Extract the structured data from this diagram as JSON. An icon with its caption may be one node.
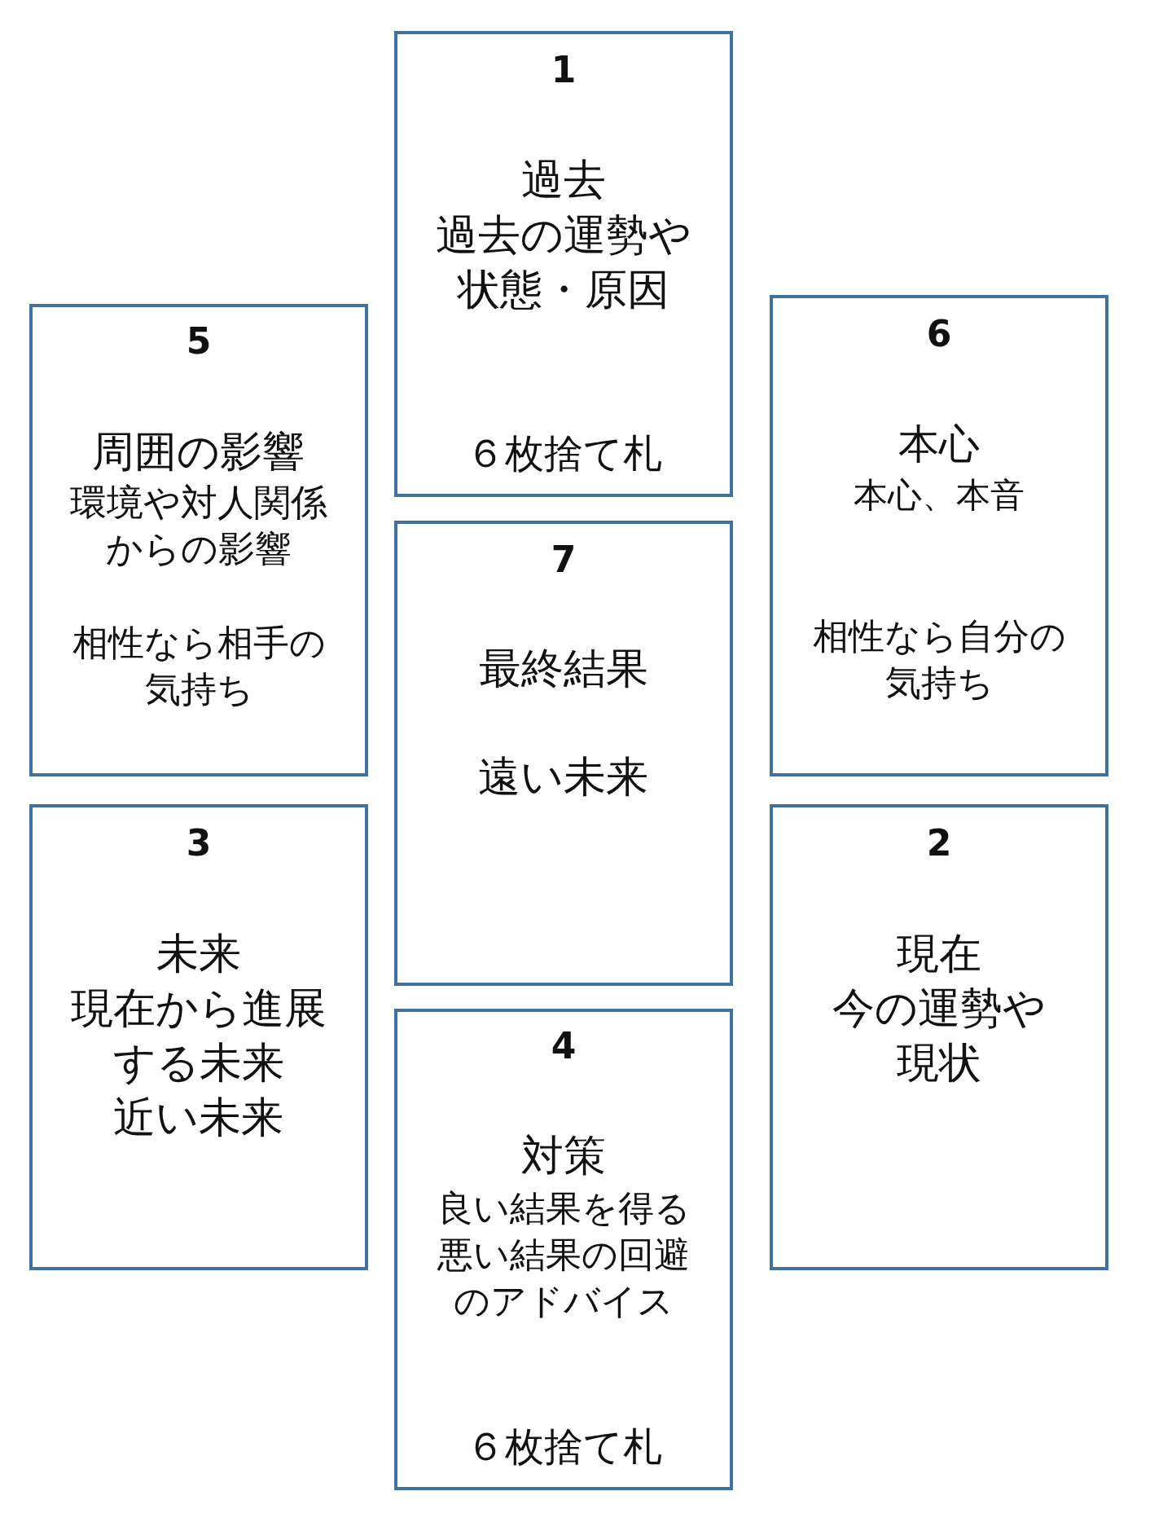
{
  "diagram": {
    "nodes": [
      {
        "text": [
          "1",
          "過去",
          "過去の運勢や状態・原因",
          "６枚捨て札"
        ]
      },
      {
        "text": [
          "5",
          "周囲の影響",
          "環境や対人関係からの影響",
          "相性なら相手の気持ち"
        ]
      },
      {
        "text": [
          "6",
          "本心",
          "本心、本音",
          "相性なら自分の気持ち"
        ]
      },
      {
        "text": [
          "7",
          "最終結果",
          "遠い未来"
        ]
      },
      {
        "text": [
          "3",
          "未来",
          "現在から進展する未来",
          "近い未来"
        ]
      },
      {
        "text": [
          "2",
          "現在",
          "今の運勢や現状"
        ]
      },
      {
        "text": [
          "4",
          "対策",
          "良い結果を得る悪い結果の回避のアドバイス",
          "６枚捨て札"
        ]
      }
    ]
  }
}
